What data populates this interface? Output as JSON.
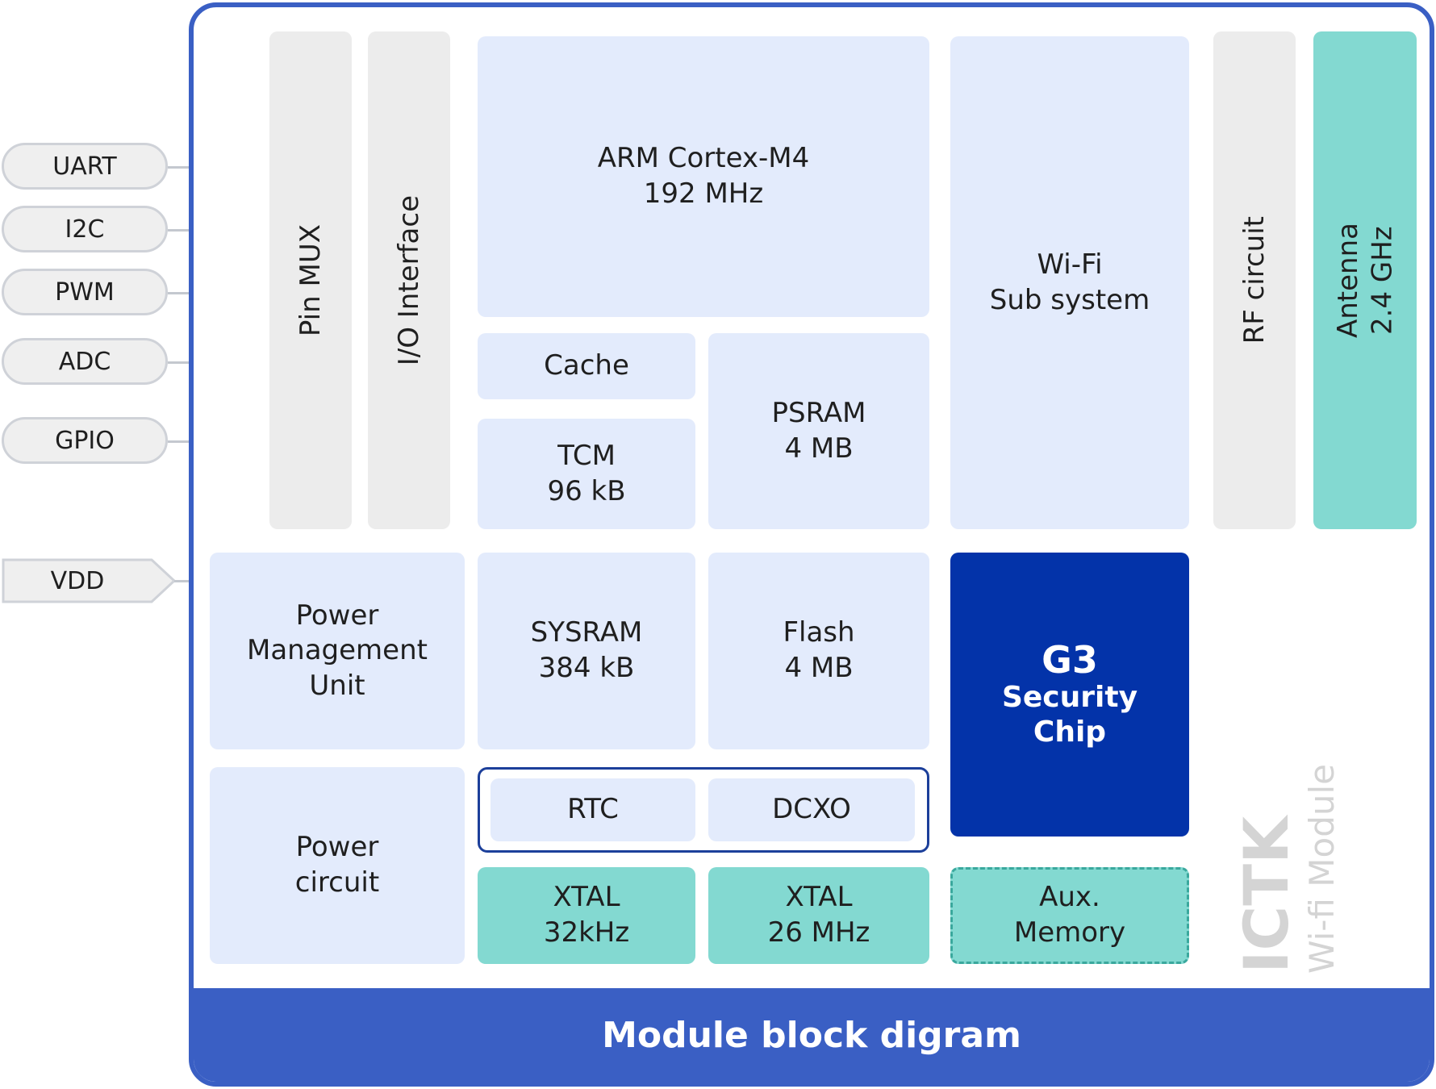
{
  "colors": {
    "frame": "#3a5fc4",
    "light_block": "#e3ebfc",
    "gray_block": "#ececec",
    "teal_block": "#83d9d1",
    "security_chip": "#0333a9",
    "brand_text": "#d4d4d4"
  },
  "inputs": {
    "uart": "UART",
    "i2c": "I2C",
    "pwm": "PWM",
    "adc": "ADC",
    "gpio": "GPIO",
    "vdd": "VDD"
  },
  "blocks": {
    "pin_mux": "Pin MUX",
    "io_interface": "I/O Interface",
    "arm": [
      "ARM Cortex-M4",
      "192 MHz"
    ],
    "cache": "Cache",
    "tcm": [
      "TCM",
      "96 kB"
    ],
    "psram": [
      "PSRAM",
      "4 MB"
    ],
    "wifi": [
      "Wi-Fi",
      "Sub system"
    ],
    "rf_circuit": "RF circuit",
    "antenna": [
      "Antenna",
      "2.4 GHz"
    ],
    "pmu": [
      "Power",
      "Management",
      "Unit"
    ],
    "sysram": [
      "SYSRAM",
      "384 kB"
    ],
    "flash": [
      "Flash",
      "4 MB"
    ],
    "g3": {
      "title": "G3",
      "line1": "Security",
      "line2": "Chip"
    },
    "power_circuit": [
      "Power",
      "circuit"
    ],
    "rtc": "RTC",
    "dcxo": "DCXO",
    "xtal_32": [
      "XTAL",
      "32kHz"
    ],
    "xtal_26": [
      "XTAL",
      "26 MHz"
    ],
    "aux_memory": [
      "Aux.",
      "Memory"
    ]
  },
  "brand": {
    "name": "ICTK",
    "subtitle": "Wi-fi Module"
  },
  "footer": {
    "title": "Module block digram"
  }
}
